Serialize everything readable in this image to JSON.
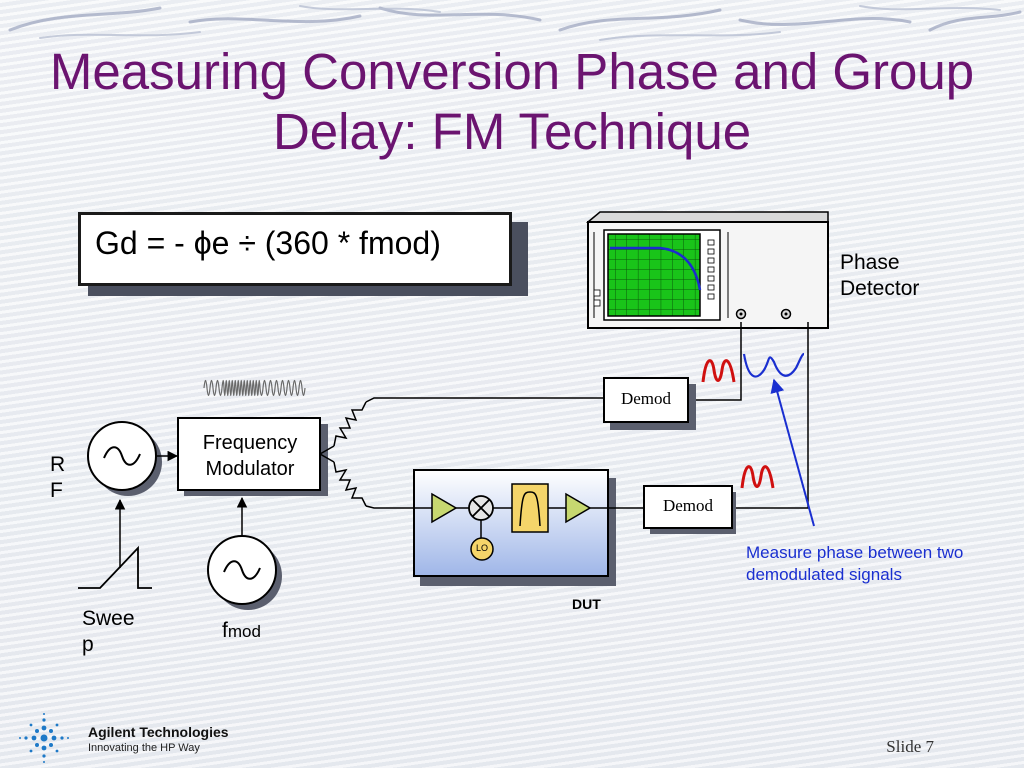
{
  "title": "Measuring Conversion Phase and Group Delay: FM Technique",
  "formula": "Gd = - ϕe ÷ (360 * fmod)",
  "labels": {
    "phase_detector": "Phase Detector",
    "frequency_modulator": "Frequency Modulator",
    "rf": "R F",
    "sweep": "Swee p",
    "fmod_f": "f",
    "fmod_sub": "mod",
    "demod_top": "Demod",
    "demod_bottom": "Demod",
    "dut": "DUT",
    "lo": "LO",
    "measure_note": "Measure phase between two demodulated signals"
  },
  "footer": {
    "company": "Agilent Technologies",
    "tagline": "Innovating the HP Way",
    "slide": "Slide 7"
  },
  "colors": {
    "title": "#6b1470",
    "annotation": "#1a2fd0",
    "demod_wave": "#d01010",
    "screen": "#19c419"
  }
}
